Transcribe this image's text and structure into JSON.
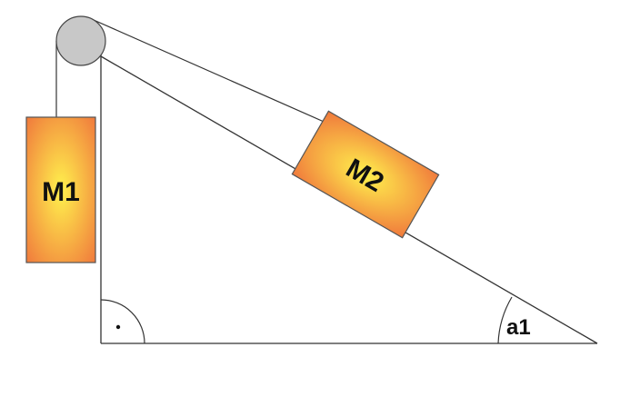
{
  "diagram": {
    "mass_left_label": "M1",
    "mass_incline_label": "M2",
    "angle_label": "a1",
    "colors": {
      "line": "#333333",
      "pulley_fill": "#c8c8c8",
      "block_center": "#fff14d",
      "block_edge": "#f07a3c",
      "block_border": "#555555"
    }
  }
}
